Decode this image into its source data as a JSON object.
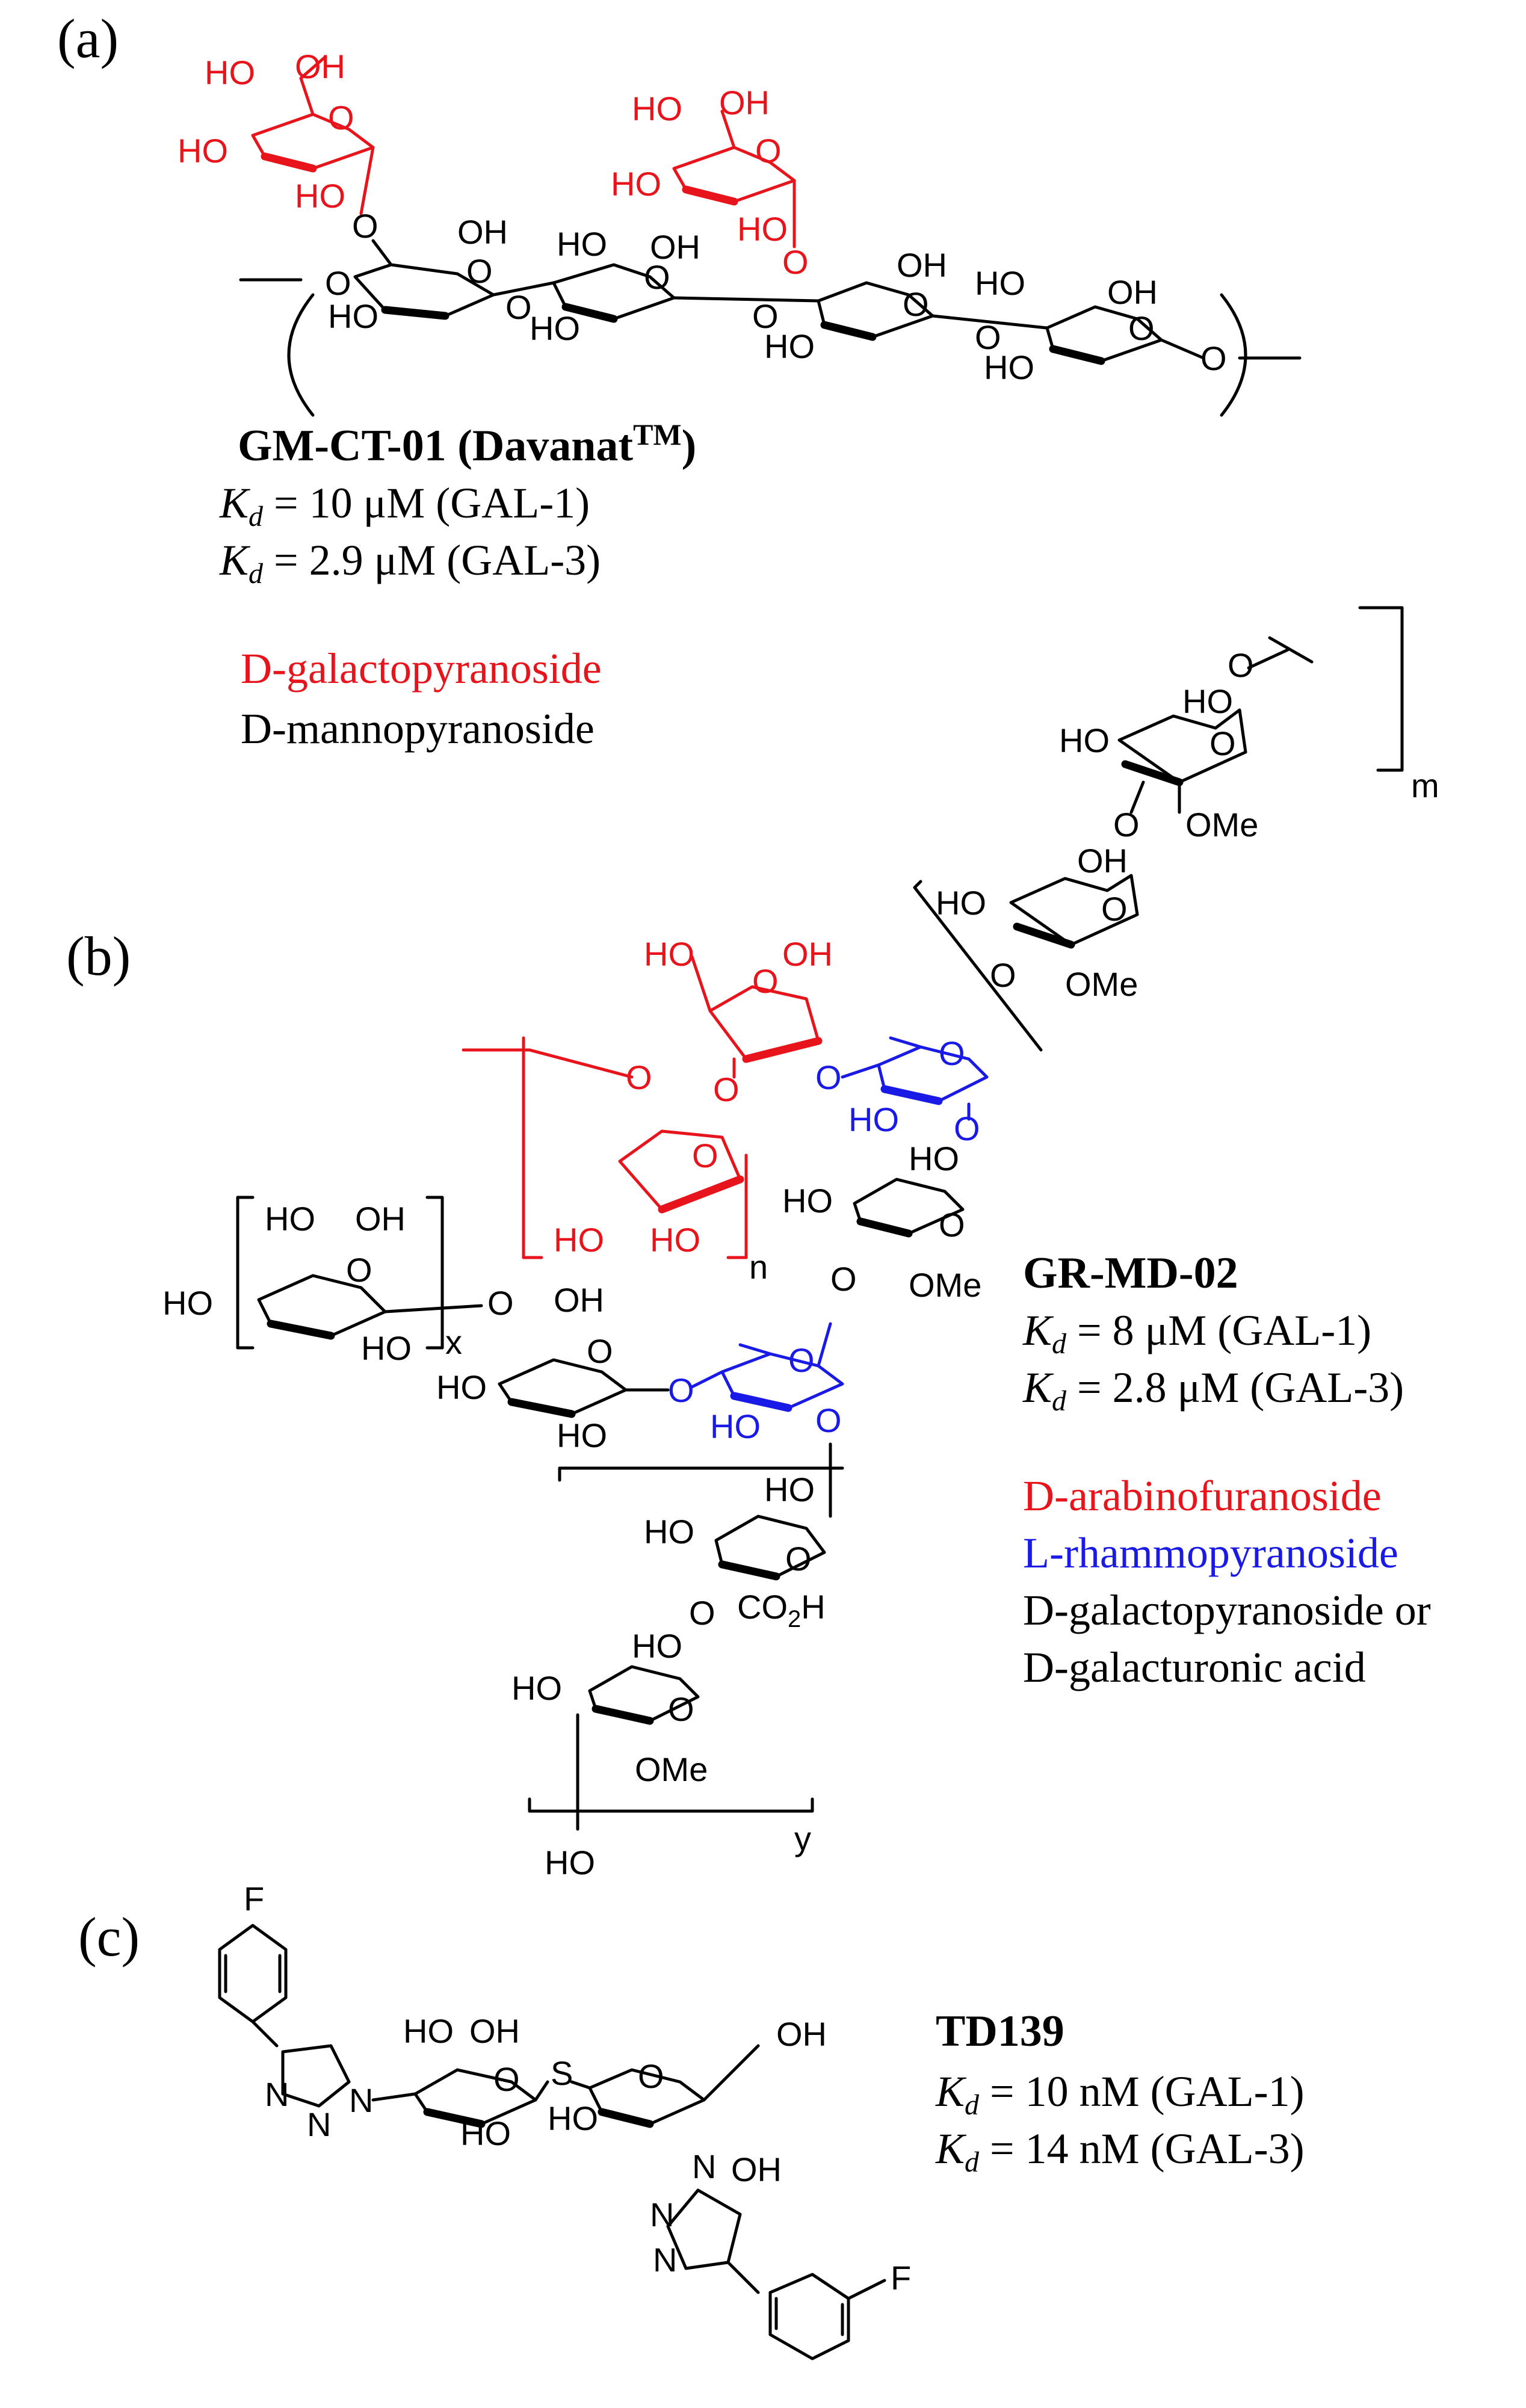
{
  "panels": {
    "a": {
      "label": "(a)",
      "compound_name": "GM-CT-01 (Davanat",
      "compound_tm": "TM",
      "compound_close": ")",
      "kd_gal1_value": " = 10 μM (GAL-1)",
      "kd_gal3_value": " = 2.9 μM (GAL-3)",
      "legend": [
        {
          "text": "D-galactopyranoside",
          "color": "#e8141b"
        },
        {
          "text": "D-mannopyranoside",
          "color": "#000000"
        }
      ],
      "atom_labels": {
        "ho": "HO",
        "oh": "OH",
        "o": "O"
      }
    },
    "b": {
      "label": "(b)",
      "compound_name": "GR-MD-02",
      "kd_gal1_value": " = 8 μM (GAL-1)",
      "kd_gal3_value": " = 2.8 μM (GAL-3)",
      "legend": [
        {
          "text": "D-arabinofuranoside",
          "color": "#e8141b"
        },
        {
          "text": "L-rhammopyranoside",
          "color": "#1a1ae6"
        },
        {
          "text": "D-galactopyranoside or",
          "color": "#000000"
        },
        {
          "text": "D-galacturonic acid",
          "color": "#000000"
        }
      ],
      "atom_labels": {
        "ho": "HO",
        "oh": "OH",
        "o": "O",
        "ome": "OMe",
        "co2h": "CO",
        "co2h_sub": "2",
        "co2h_h": "H",
        "m": "m",
        "n": "n",
        "x": "x",
        "y": "y"
      }
    },
    "c": {
      "label": "(c)",
      "compound_name": "TD139",
      "kd_gal1_value": " = 10 nM (GAL-1)",
      "kd_gal3_value": " = 14 nM (GAL-3)",
      "atom_labels": {
        "f": "F",
        "n": "N",
        "s": "S",
        "ho": "HO",
        "oh": "OH",
        "o": "O"
      }
    }
  },
  "kd_symbol": "K",
  "kd_subscript": "d",
  "colors": {
    "galacto": "#e8141b",
    "rhamno": "#1a1ae6",
    "default": "#000000"
  }
}
